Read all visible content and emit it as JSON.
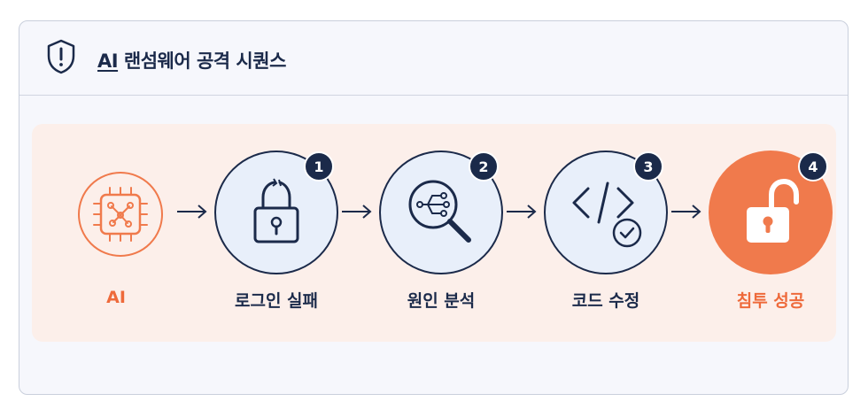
{
  "header": {
    "title_ai": "AI",
    "title_rest": " 랜섬웨어 공격 시퀀스",
    "icon": "shield-alert-icon"
  },
  "colors": {
    "navy": "#1b2a4a",
    "orange": "#f07a4c",
    "panel": "#fcefea",
    "circle_fill": "#e8effa"
  },
  "steps": [
    {
      "label": "AI",
      "badge": "",
      "icon": "ai-chip-icon"
    },
    {
      "label": "로그인 실패",
      "badge": "1",
      "icon": "broken-lock-icon"
    },
    {
      "label": "원인 분석",
      "badge": "2",
      "icon": "magnifier-network-icon"
    },
    {
      "label": "코드 수정",
      "badge": "3",
      "icon": "code-check-icon"
    },
    {
      "label": "침투 성공",
      "badge": "4",
      "icon": "unlocked-padlock-icon"
    }
  ]
}
